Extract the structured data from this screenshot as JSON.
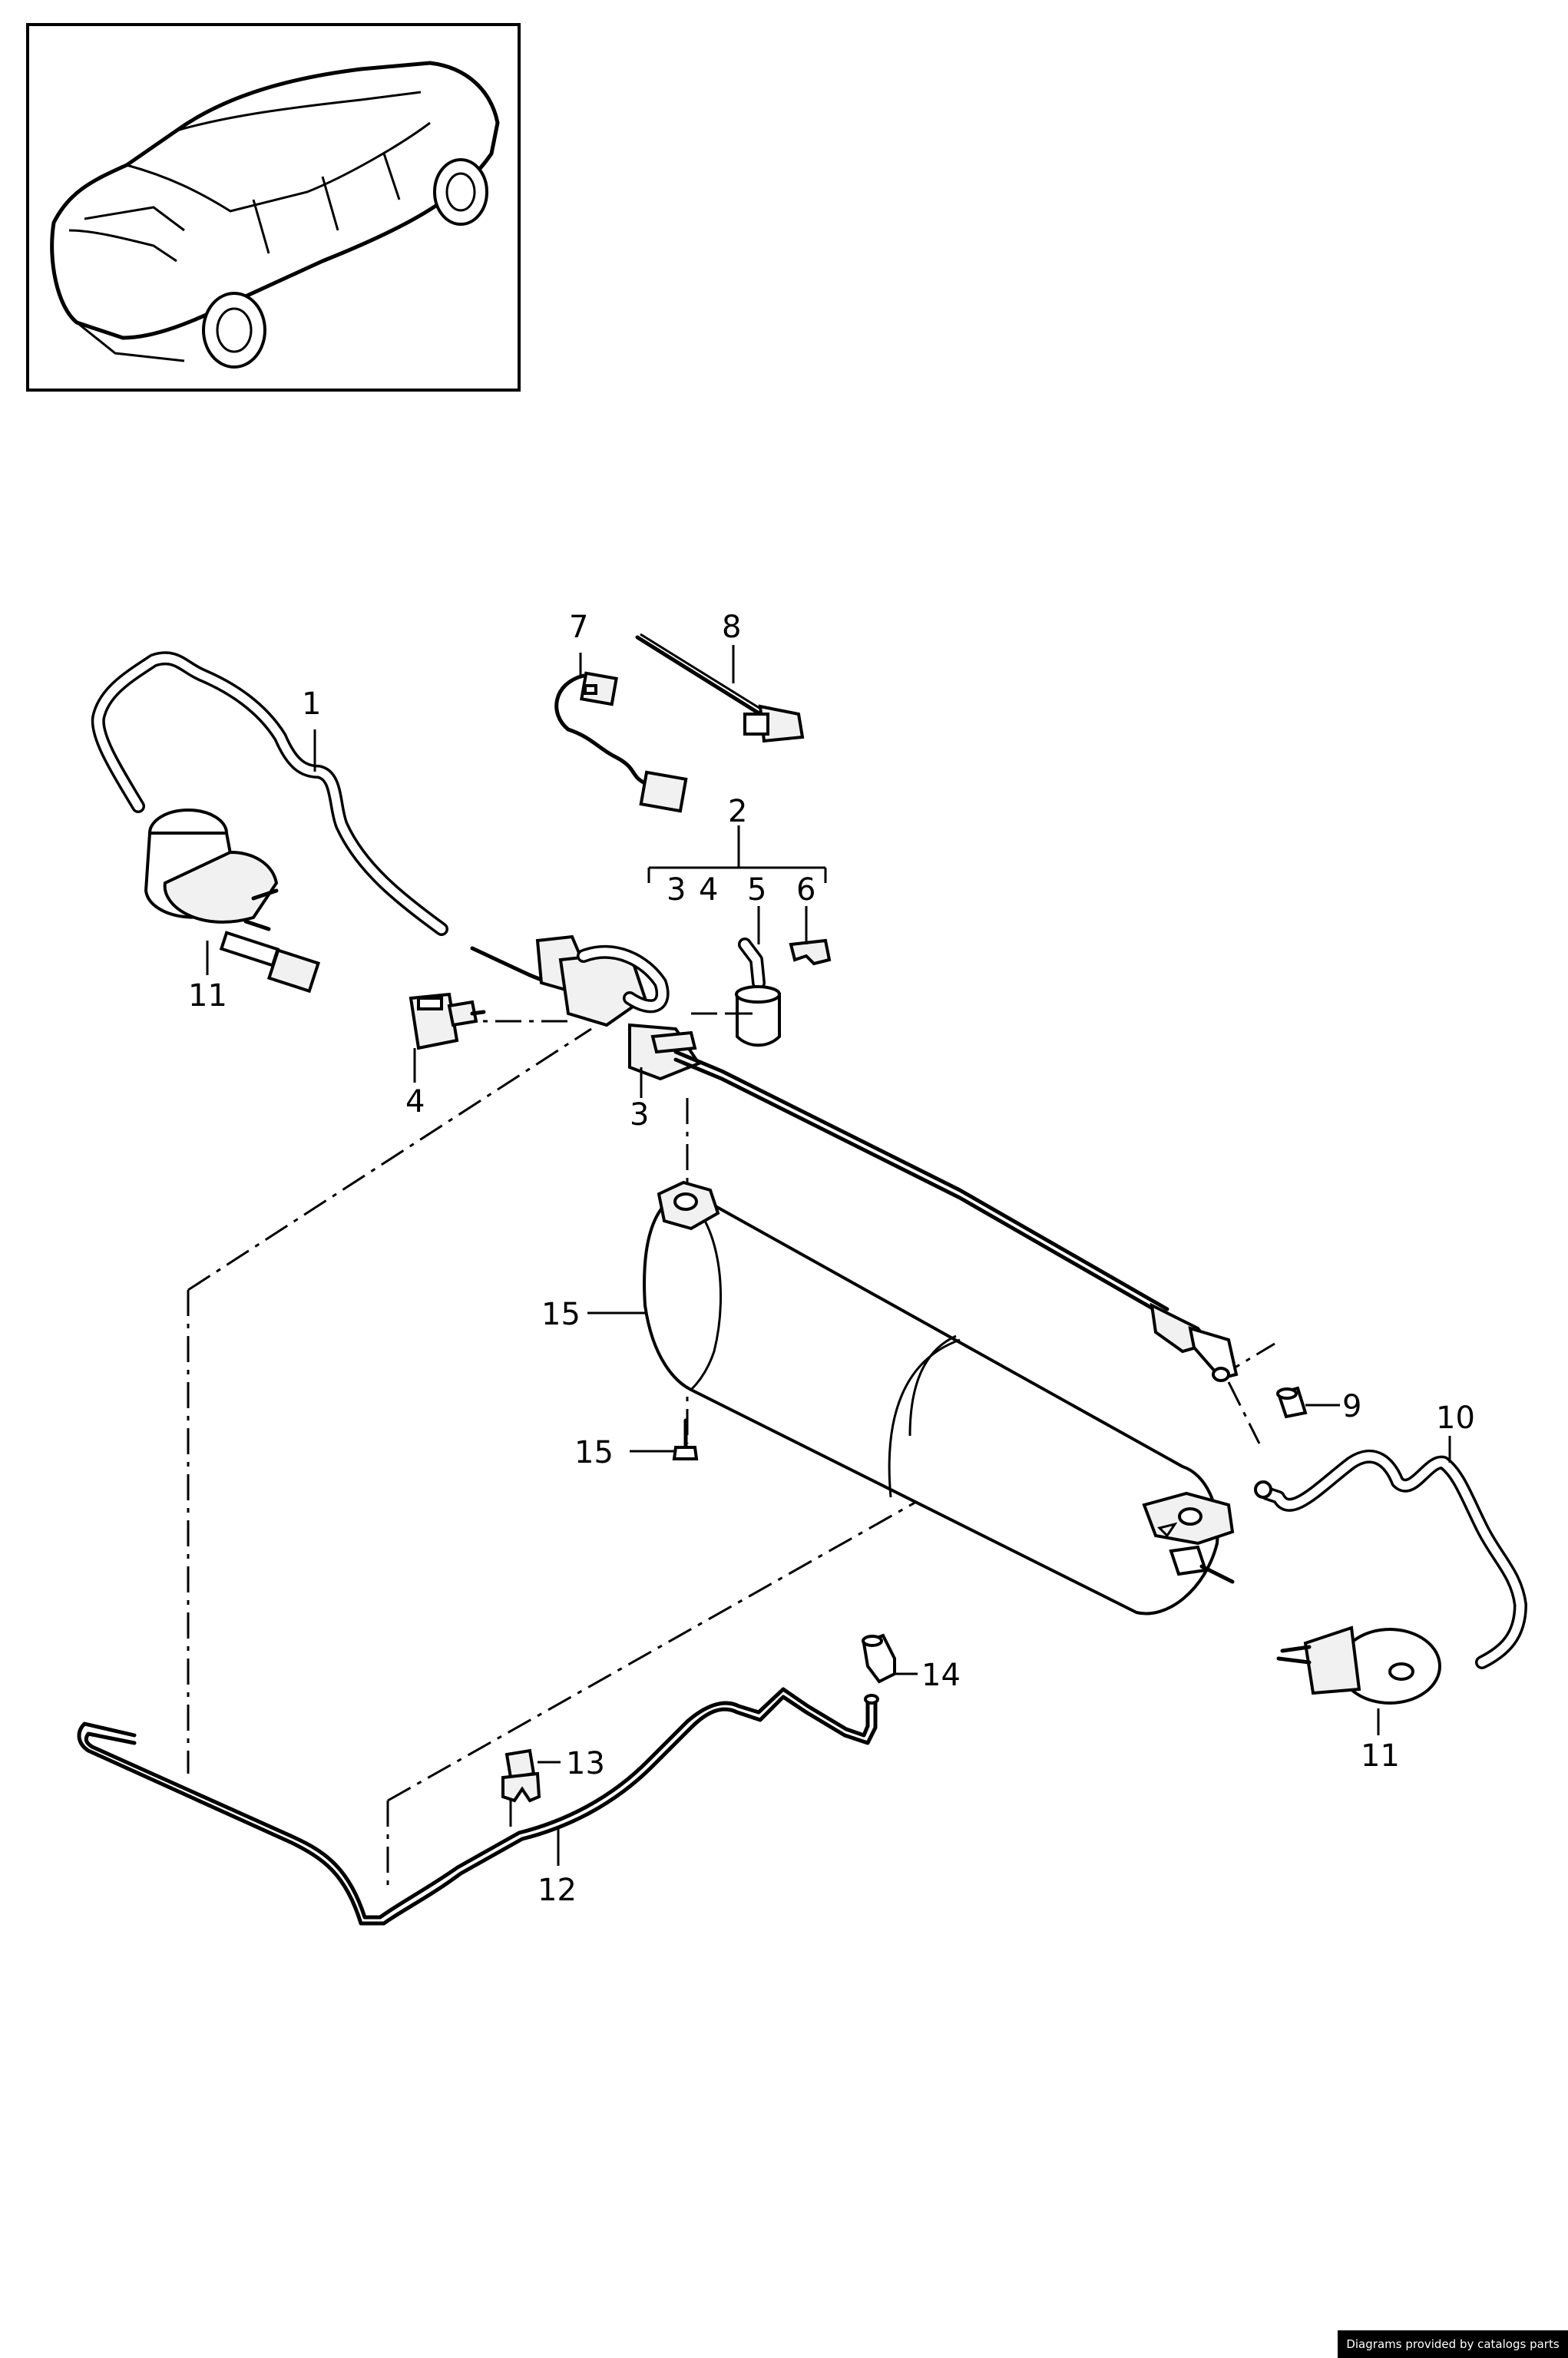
{
  "callouts": {
    "c1": "1",
    "c2": "2",
    "c3a": "3",
    "c4a": "4",
    "c5": "5",
    "c6": "6",
    "c7": "7",
    "c8": "8",
    "c4": "4",
    "c3": "3",
    "c9": "9",
    "c10": "10",
    "c11a": "11",
    "c11b": "11",
    "c12": "12",
    "c13": "13",
    "c14": "14",
    "c15a": "15",
    "c15b": "15"
  },
  "credit": "Diagrams provided by catalogs parts"
}
